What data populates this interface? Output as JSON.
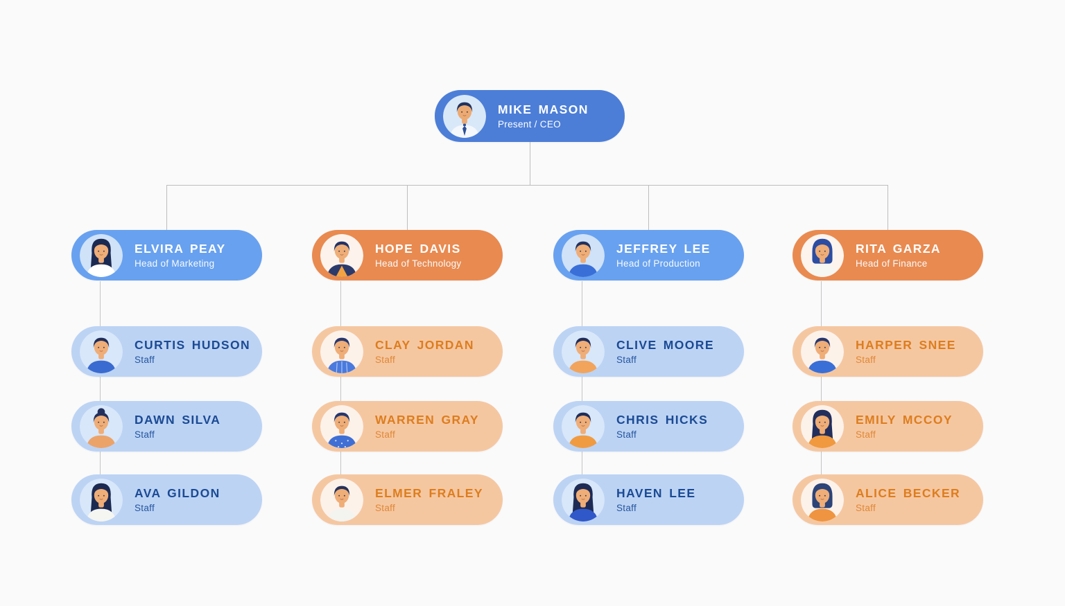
{
  "page": {
    "background": "#fafafb"
  },
  "colors": {
    "ceo_card": "#4c7ed8",
    "head_blue_card": "#68a1ef",
    "head_orange_card": "#e98a50",
    "staff_blue_card": "#bcd3f4",
    "staff_orange_card": "#f5c7a1",
    "head_text": "#ffffff",
    "staff_blue_text": "#1b4a94",
    "staff_orange_text": "#dd7d1e",
    "connector": "#bdbdbd"
  },
  "ceo": {
    "name": "MIKE MASON",
    "title": "Present / CEO",
    "avatar": {
      "bg": "#d9e8f8",
      "hair": "#21325f",
      "skin": "#ecaa72",
      "shirt": "#f4f7fb",
      "tie": "#2c4f96",
      "type": "male-tie"
    }
  },
  "departments": [
    {
      "head": {
        "name": "ELVIRA PEAY",
        "title": "Head of Marketing",
        "avatar": {
          "bg": "#cfe2f8",
          "hair": "#1c2a52",
          "skin": "#efad77",
          "shirt": "#ffffff",
          "type": "female-long"
        }
      },
      "staff": [
        {
          "name": "CURTIS HUDSON",
          "title": "Staff",
          "avatar": {
            "bg": "#d8e7f9",
            "hair": "#1f2d59",
            "skin": "#efad77",
            "shirt": "#3a6bd0",
            "type": "male"
          }
        },
        {
          "name": "DAWN SILVA",
          "title": "Staff",
          "avatar": {
            "bg": "#d8e7f9",
            "hair": "#222f5c",
            "skin": "#efad77",
            "shirt": "#eba36a",
            "type": "female-bun"
          }
        },
        {
          "name": "AVA GILDON",
          "title": "Staff",
          "avatar": {
            "bg": "#d8e7f9",
            "hair": "#1c2a52",
            "skin": "#efad77",
            "shirt": "#f5f5f2",
            "type": "female-long"
          }
        }
      ]
    },
    {
      "head": {
        "name": "HOPE DAVIS",
        "title": "Head of Technology",
        "avatar": {
          "bg": "#fdf3ec",
          "hair": "#233266",
          "skin": "#efad77",
          "shirt": "#2c3a6b",
          "shirt2": "#f2a243",
          "type": "male-vest"
        }
      },
      "staff": [
        {
          "name": "CLAY JORDAN",
          "title": "Staff",
          "avatar": {
            "bg": "#fdf2ea",
            "hair": "#26376e",
            "skin": "#efad77",
            "shirt": "#4a7ade",
            "pattern": "stripes",
            "type": "male"
          }
        },
        {
          "name": "WARREN GRAY",
          "title": "Staff",
          "avatar": {
            "bg": "#fdf2ea",
            "hair": "#26376e",
            "skin": "#efad77",
            "shirt": "#3f6fd4",
            "pattern": "dots",
            "type": "male"
          }
        },
        {
          "name": "ELMER FRALEY",
          "title": "Staff",
          "avatar": {
            "bg": "#fdf2ea",
            "hair": "#26325a",
            "skin": "#efad77",
            "shirt": "#f3f3f0",
            "type": "male"
          }
        }
      ]
    },
    {
      "head": {
        "name": "JEFFREY LEE",
        "title": "Head of Production",
        "avatar": {
          "bg": "#cfe2f8",
          "hair": "#22325f",
          "skin": "#efad77",
          "shirt": "#3a6fd8",
          "type": "male"
        }
      },
      "staff": [
        {
          "name": "CLIVE MOORE",
          "title": "Staff",
          "avatar": {
            "bg": "#d8e7f9",
            "hair": "#1f2d59",
            "skin": "#efad77",
            "shirt": "#f2a45c",
            "type": "male"
          }
        },
        {
          "name": "CHRIS HICKS",
          "title": "Staff",
          "avatar": {
            "bg": "#d8e7f9",
            "hair": "#1f2d59",
            "skin": "#efad77",
            "shirt": "#f09b42",
            "type": "male"
          }
        },
        {
          "name": "HAVEN LEE",
          "title": "Staff",
          "avatar": {
            "bg": "#d8e7f9",
            "hair": "#1d2b55",
            "skin": "#efad77",
            "shirt": "#3058c8",
            "type": "female-long"
          }
        }
      ]
    },
    {
      "head": {
        "name": "RITA GARZA",
        "title": "Head of Finance",
        "avatar": {
          "bg": "#fdf4ee",
          "hair": "#2c4da1",
          "skin": "#efad77",
          "shirt": "#f6f6f3",
          "type": "female-bob"
        }
      },
      "staff": [
        {
          "name": "HARPER SNEE",
          "title": "Staff",
          "avatar": {
            "bg": "#fdf2ea",
            "hair": "#26376e",
            "skin": "#efad77",
            "shirt": "#3a6fd8",
            "type": "male"
          }
        },
        {
          "name": "EMILY MCCOY",
          "title": "Staff",
          "avatar": {
            "bg": "#fdf2ea",
            "hair": "#222f5c",
            "skin": "#efad77",
            "shirt": "#f0993f",
            "type": "female-long"
          }
        },
        {
          "name": "ALICE BECKER",
          "title": "Staff",
          "avatar": {
            "bg": "#fdf2ea",
            "hair": "#2c4478",
            "skin": "#efad77",
            "shirt": "#ef9440",
            "type": "female-bob"
          }
        }
      ]
    }
  ]
}
